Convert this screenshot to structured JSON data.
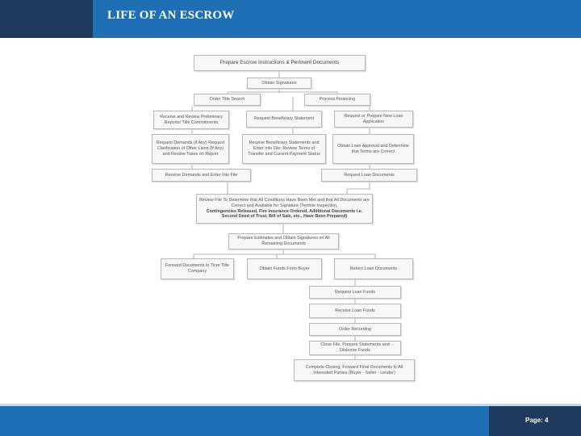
{
  "header": {
    "title": "LIFE OF AN ESCROW"
  },
  "footer": {
    "page_label": "Page: 4"
  },
  "flowchart": {
    "prepare_instructions": "Prepare Escrow Instructions & Pertinent Documents",
    "obtain_signatures": "Obtain Signatures",
    "order_title_search": "Order Title Search",
    "process_financing": "Process Financing",
    "receive_review_reports": "Receive and Review Preliminary Reports/ Title Commitments",
    "request_beneficiary_statement": "Request Beneficiary Statement",
    "request_new_loan_application": "Request or Prepare New Loan Application",
    "request_demands": "Request Demands (if Any) Request Clarification of Other Liens (If Any) and Review Taxes on Report",
    "receive_beneficiary_statements": "Receive Beneficiary Statements and Enter Into File; Review Terms of Transfer and Current Payment Status",
    "obtain_loan_approval": "Obtain Loan Approval and Determine that Terms are Correct",
    "receive_demands": "Receive Demands and Enter Into File",
    "request_loan_documents": "Request Loan Documents",
    "review_file_line1": "Review File To Determine that All Conditions Have Been Met and that All Documents are Correct and Available for Signature (Termite Inspection,",
    "review_file_line2": "Contingencies Released, Fire Insurance Ordered, Additional Documents i.e. Second Deed of Trust, Bill of Sale, etc., Have Been Prepared)",
    "prepare_estimates": "Prepare Estimates and Obtain Signatures on All Remaining Documents",
    "forward_documents_ticor": "Forward Documents to Ticor Title Company",
    "obtain_funds_buyer": "Obtain Funds From Buyer",
    "return_loan_documents": "Return Loan Documents",
    "request_loan_funds": "Request Loan Funds",
    "receive_loan_funds": "Receive Loan Funds",
    "order_recording": "Order Recording",
    "close_file": "Close File, Prepare Statements and Disburse Funds",
    "complete_closing": "Complete Closing; Forward Final Documents to All Interested Parties (Buyer - Seller - Lender)"
  }
}
